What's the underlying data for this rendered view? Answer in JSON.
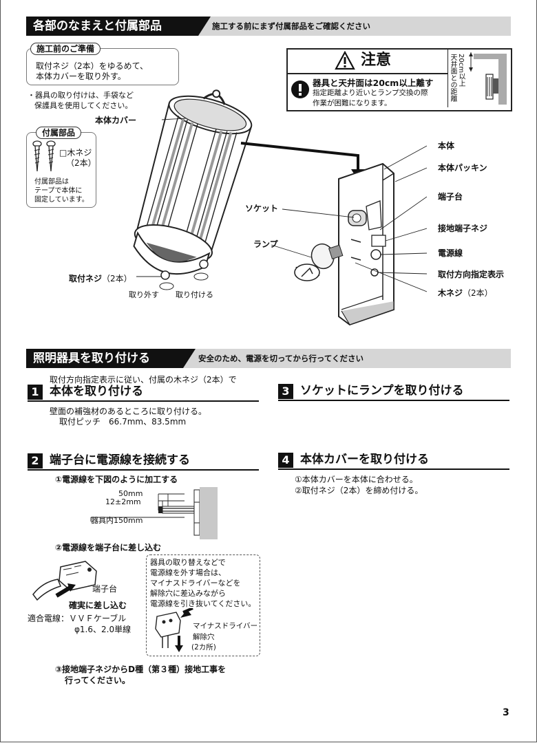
{
  "page_number": "3",
  "sections": {
    "parts": {
      "title": "各部のなまえと付属部品",
      "subtitle": "施工する前にまず付属部品をご確認ください"
    },
    "install": {
      "title": "照明器具を取り付ける",
      "subtitle": "安全のため、電源を切ってから行ってください"
    }
  },
  "prep": {
    "title": "施工前のご準備",
    "text1": "取付ネジ（2本）をゆるめて、",
    "text2": "本体カバーを取り外す。",
    "bullet1": "・器具の取り付けは、手袋など",
    "bullet2": "保護具を使用してください。"
  },
  "accessory": {
    "title": "付属部品",
    "item1": "□木ネジ",
    "item2": "（2本）",
    "note1": "付属部品は",
    "note2": "テープで本体に",
    "note3": "固定しています。"
  },
  "caution": {
    "title": "注意",
    "heading": "器具と天井面は20cm以上離す",
    "text1": "指定距離より近いとランプ交換の際",
    "text2": "作業が困難になります。",
    "side_label1": "天井面との距離",
    "side_label2": "20cm以上"
  },
  "labels": {
    "cover": "本体カバー",
    "body": "本体",
    "packing": "本体パッキン",
    "terminal": "端子台",
    "socket": "ソケット",
    "ground_screw": "接地端子ネジ",
    "lamp": "ランプ",
    "power_wire": "電源線",
    "direction": "取付方向指定表示",
    "wood_screw": "木ネジ",
    "wood_screw_count": "（2本）",
    "mount_screw": "取付ネジ",
    "mount_screw_count": "（2本）",
    "remove": "取り外す",
    "attach": "取り付ける"
  },
  "steps": [
    {
      "num": "1",
      "title": "本体を取り付ける",
      "pre": "取付方向指定表示に従い、付属の木ネジ（2本）で",
      "text1": "壁面の補強材のあるところに取り付ける。",
      "text2": "取付ピッチ　66.7mm、83.5mm"
    },
    {
      "num": "2",
      "title": "端子台に電源線を接続する"
    },
    {
      "num": "3",
      "title": "ソケットにランプを取り付ける"
    },
    {
      "num": "4",
      "title": "本体カバーを取り付ける",
      "text1": "①本体カバーを本体に合わせる。",
      "text2": "②取付ネジ（2本）を締め付ける。"
    }
  ],
  "wiring": {
    "sub1": "①電源線を下図のように加工する",
    "dim1": "50mm",
    "dim2": "12±2mm",
    "dim3": "器具内150mm",
    "sub2": "②電源線を端子台に差し込む",
    "terminal": "端子台",
    "insert": "確実に差し込む",
    "wire_type1": "適合電線：ＶＶＦケーブル",
    "wire_type2": "φ1.6、2.0単線",
    "note1": "器具の取り替えなどで",
    "note2": "電源線を外す場合は、",
    "note3": "マイナスドライバーなどを",
    "note4": "解除穴に差込みながら",
    "note5": "電源線を引き抜いてください。",
    "driver": "マイナスドライバー",
    "release1": "解除穴",
    "release2": "(2カ所)",
    "sub3a": "③接地端子ネジからD種（第３種）接地工事を",
    "sub3b": "行ってください。"
  }
}
